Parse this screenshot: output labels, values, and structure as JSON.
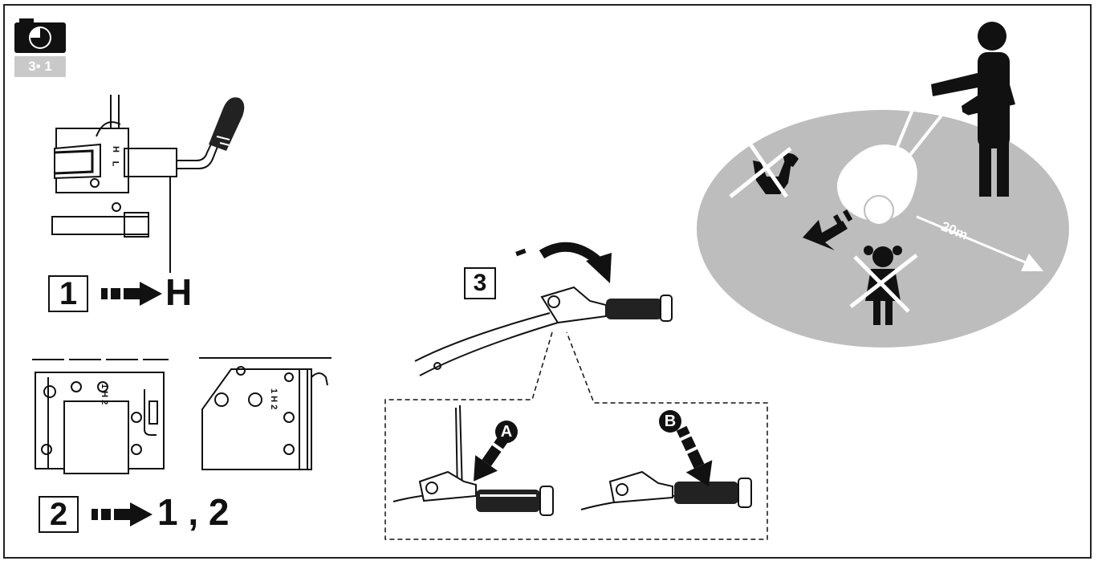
{
  "camera_badge": {
    "icon": "camera-clock-icon",
    "label": "3• 1"
  },
  "step1": {
    "number": "1",
    "target": "H",
    "lever_labels": [
      "H",
      "L"
    ]
  },
  "step2": {
    "number": "2",
    "target": "1 , 2",
    "gear_labels_left": "1 H 2",
    "gear_labels_right": "1 H 2"
  },
  "step3": {
    "number": "3",
    "minus": "-",
    "letter_a": "A",
    "letter_b": "B"
  },
  "safety": {
    "distance": "20m"
  },
  "colors": {
    "ink": "#111111",
    "area": "#bdbdbd",
    "badge_gray": "#c9c9c9"
  }
}
